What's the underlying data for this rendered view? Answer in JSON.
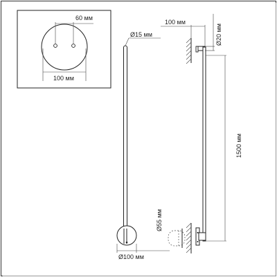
{
  "detail_view": {
    "holes_spacing_label": "60 мм",
    "plate_width_label": "100 мм"
  },
  "front_view": {
    "rod_diameter_label": "Ø15 мм",
    "base_diameter_label": "Ø100 мм",
    "base_height_label": "Ø55 мм"
  },
  "side_view": {
    "offset_label": "100 мм",
    "top_thickness_label": "Ø20 мм",
    "length_label": "1500 мм"
  }
}
